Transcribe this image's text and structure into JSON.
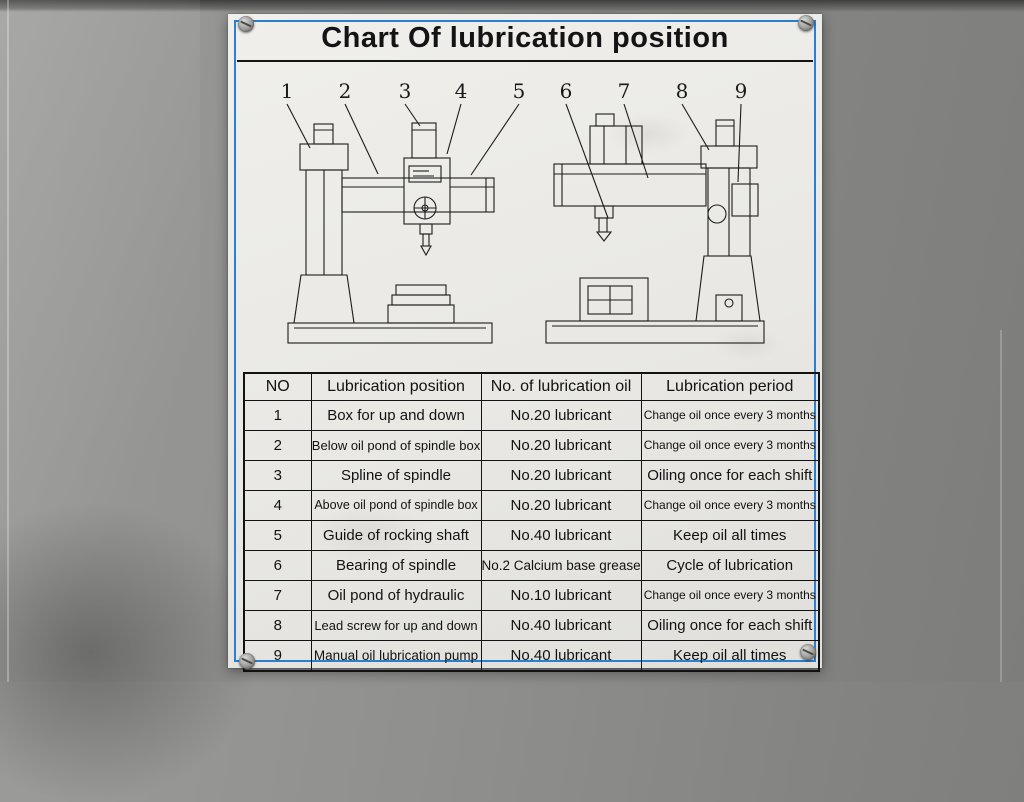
{
  "title": "Chart Of lubrication position",
  "callouts": [
    "1",
    "2",
    "3",
    "4",
    "5",
    "6",
    "7",
    "8",
    "9"
  ],
  "table": {
    "headers": [
      "NO",
      "Lubrication position",
      "No. of lubrication oil",
      "Lubrication period"
    ],
    "rows": [
      [
        "1",
        "Box for up and down",
        "No.20 lubricant",
        "Change oil once every 3 months"
      ],
      [
        "2",
        "Below oil pond of spindle box",
        "No.20 lubricant",
        "Change oil once every 3 months"
      ],
      [
        "3",
        "Spline of spindle",
        "No.20 lubricant",
        "Oiling once for each shift"
      ],
      [
        "4",
        "Above oil pond of spindle box",
        "No.20 lubricant",
        "Change oil once every 3 months"
      ],
      [
        "5",
        "Guide of rocking shaft",
        "No.40 lubricant",
        "Keep oil all times"
      ],
      [
        "6",
        "Bearing of spindle",
        "No.2 Calcium base grease",
        "Cycle of lubrication"
      ],
      [
        "7",
        "Oil pond of hydraulic",
        "No.10 lubricant",
        "Change oil once every 3 months"
      ],
      [
        "8",
        "Lead screw for up and down",
        "No.40 lubricant",
        "Oiling once for each shift"
      ],
      [
        "9",
        "Manual oil lubrication pump",
        "No.40 lubricant",
        "Keep oil all times"
      ]
    ]
  },
  "colors": {
    "plate_border_blue": "#2b7fd0",
    "plate_background": "#e9e8e4",
    "wall_gray": "#8f8f8d",
    "text": "#121212"
  }
}
